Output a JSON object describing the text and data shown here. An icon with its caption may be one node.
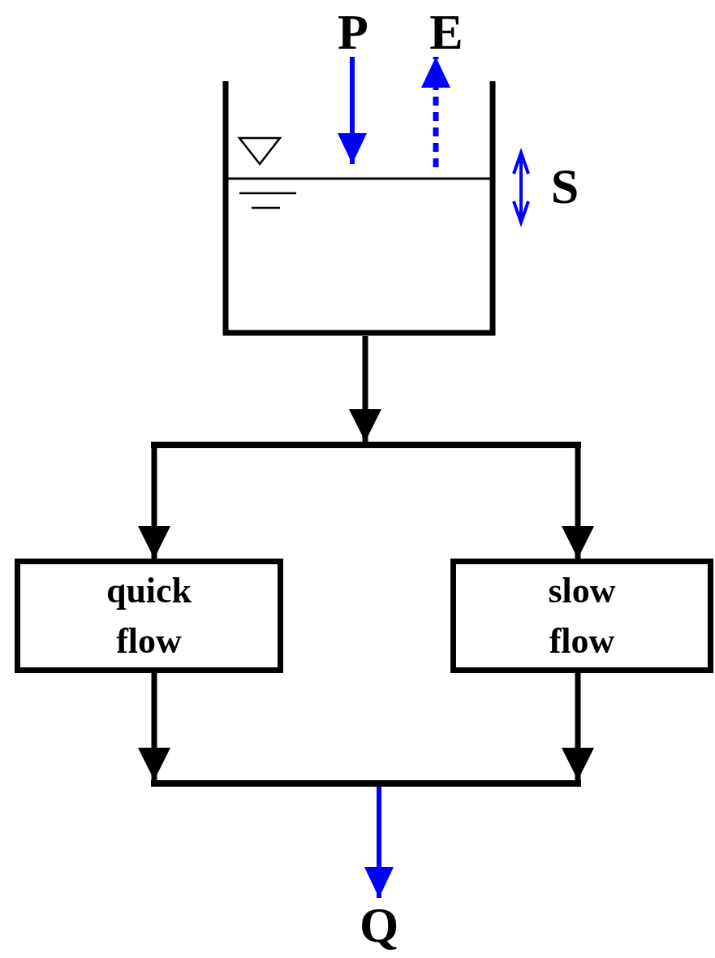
{
  "diagram": {
    "nodes": [
      {
        "text": [
          "P"
        ]
      },
      {
        "text": [
          "E"
        ]
      },
      {
        "text": [],
        "shape": "box",
        "beside": [
          "S"
        ]
      },
      {
        "text": [],
        "shape": "bar"
      },
      {
        "text": [
          "quick flow"
        ]
      },
      {
        "text": [
          "slow flow"
        ]
      },
      {
        "text": [],
        "shape": "bar"
      },
      {
        "text": [
          "Q"
        ]
      }
    ],
    "edges": [
      {
        "from": 0,
        "to": 2,
        "arrow": "to",
        "color": "#0000ff"
      },
      {
        "from": 2,
        "to": 1,
        "arrow": "to",
        "style": "dashed",
        "color": "#0000ff"
      },
      {
        "from": 2,
        "to": 3,
        "arrow": "to"
      },
      {
        "from": 3,
        "to": 4,
        "arrow": "to"
      },
      {
        "from": 3,
        "to": 5,
        "arrow": "to"
      },
      {
        "from": 4,
        "to": 6,
        "arrow": "to"
      },
      {
        "from": 5,
        "to": 6,
        "arrow": "to"
      },
      {
        "from": 6,
        "to": 7,
        "arrow": "to",
        "color": "#0000ff"
      }
    ]
  }
}
